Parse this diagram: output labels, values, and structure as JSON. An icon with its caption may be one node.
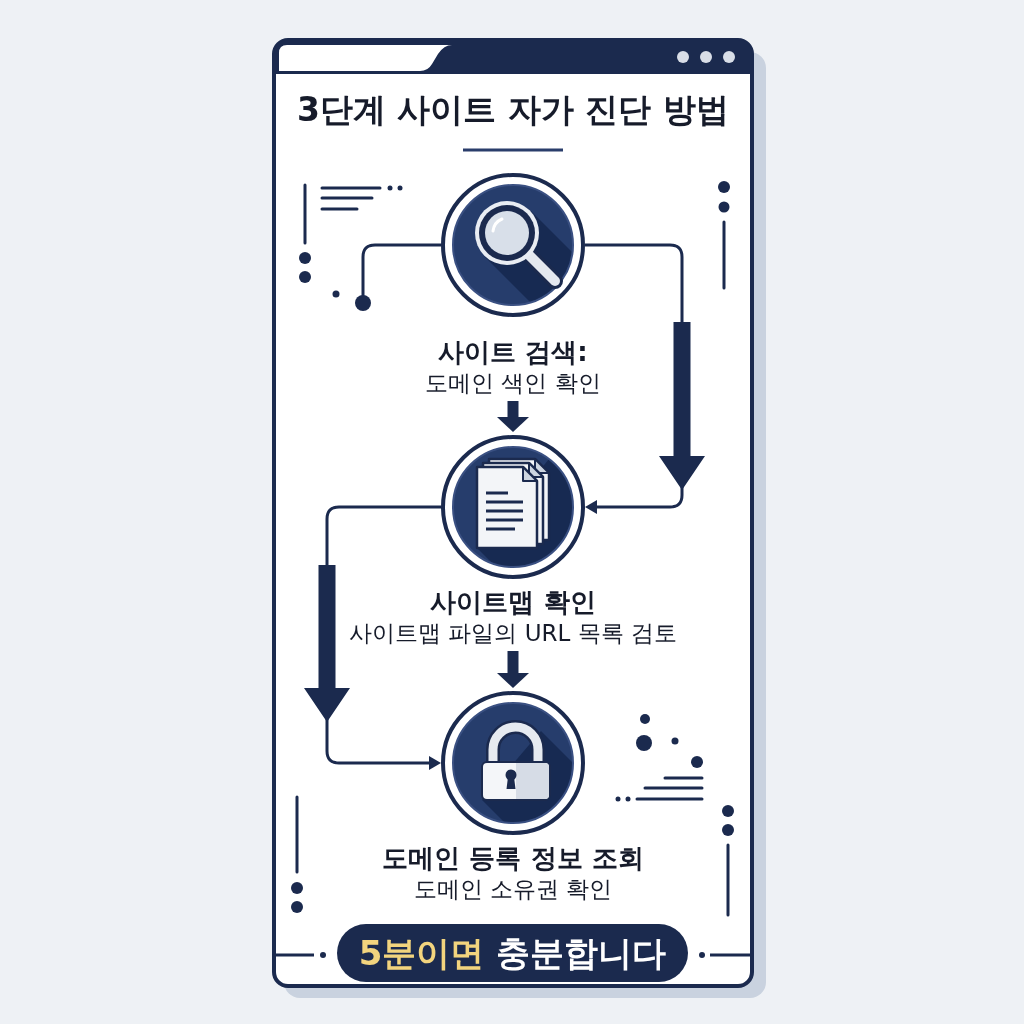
{
  "diagram": {
    "title": "3단계 사이트 자가 진단 방법",
    "nodes": [
      {
        "text": [],
        "shape": "circle"
      },
      {
        "text": [
          "사이트 검색:",
          "도메인 색인 확인"
        ]
      },
      {
        "text": [],
        "shape": "circle"
      },
      {
        "text": [
          "사이트맵 확인",
          "사이트맵 파일의 URL 목록 검토"
        ]
      },
      {
        "text": [],
        "shape": "circle"
      },
      {
        "text": [
          "도메인 등록 정보 조회",
          "도메인 소유권 확인"
        ]
      },
      {
        "text": [
          "5분이면",
          "충분합니다"
        ]
      }
    ],
    "edges": [
      {
        "from": 0,
        "to": null,
        "arrow": "other"
      },
      {
        "from": 0,
        "to": 2,
        "arrow": "to"
      },
      {
        "from": 1,
        "to": 2,
        "arrow": "to",
        "style": "thick"
      },
      {
        "from": 2,
        "to": 4,
        "arrow": "to"
      },
      {
        "from": 3,
        "to": 4,
        "arrow": "to",
        "style": "thick"
      }
    ]
  }
}
